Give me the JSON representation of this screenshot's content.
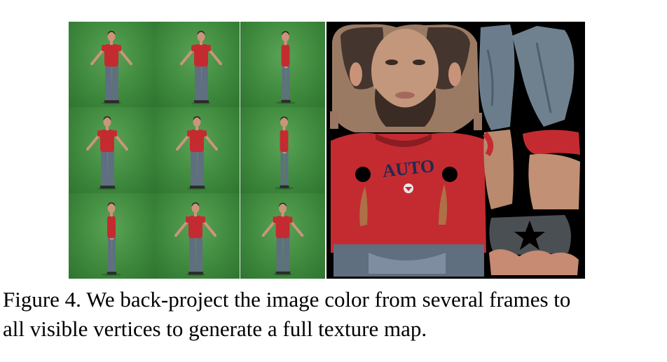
{
  "caption": {
    "line1": "Figure 4. We back-project the image color from several frames to",
    "line2": "all visible vertices to generate a full texture map."
  },
  "texture": {
    "shirt_print": "AUTO"
  },
  "colors": {
    "greenscreen": "#3f8a3e",
    "shirt": "#c42b31",
    "jeans": "#5f6f80",
    "skin": "#c9967a",
    "background": "#000000"
  },
  "frames": [
    {
      "view": "front"
    },
    {
      "view": "front-right"
    },
    {
      "view": "side-right"
    },
    {
      "view": "back-right"
    },
    {
      "view": "back"
    },
    {
      "view": "side-left"
    },
    {
      "view": "side-left-turned"
    },
    {
      "view": "front-left"
    },
    {
      "view": "front"
    }
  ]
}
